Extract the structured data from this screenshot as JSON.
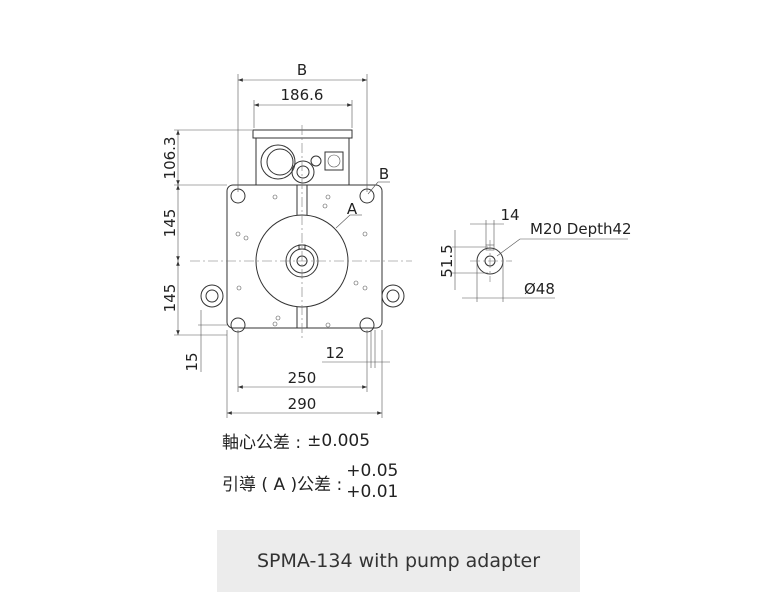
{
  "dimensions": {
    "b_top": "B",
    "width_186": "186.6",
    "height_106": "106.3",
    "height_145_upper": "145",
    "height_145_lower": "145",
    "offset_15": "15",
    "offset_12": "12",
    "width_250": "250",
    "width_290": "290",
    "label_a": "A",
    "label_b": "B"
  },
  "detail": {
    "width_14": "14",
    "thread": "M20 Depth42",
    "height_51": "51.5",
    "diameter": "Ø48"
  },
  "notes": {
    "shaft_tolerance_label": "軸心公差 :",
    "shaft_tolerance_value": "±0.005",
    "guide_tolerance_label": "引導 ( A )公差 :",
    "guide_tolerance_upper": "+0.05",
    "guide_tolerance_lower": "+0.01"
  },
  "caption": "SPMA-134 with pump adapter"
}
